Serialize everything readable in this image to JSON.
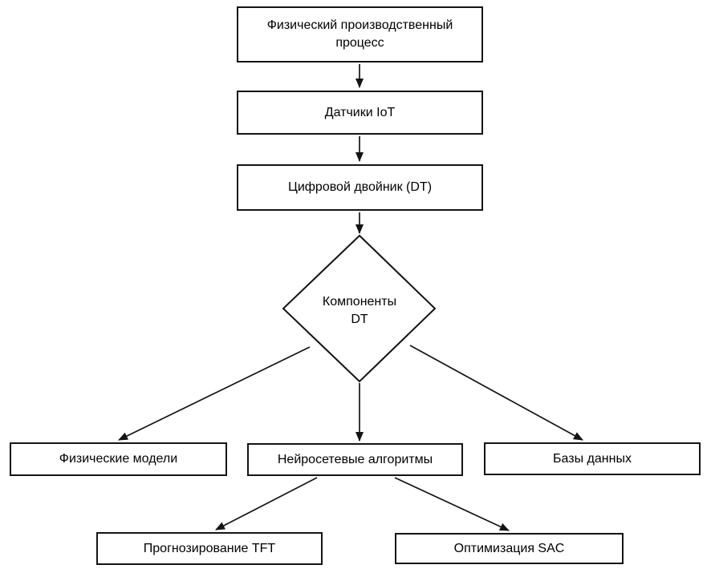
{
  "diagram": {
    "type": "flowchart",
    "colors": {
      "stroke": "#141414",
      "node_fill": "#ffffff",
      "text": "#000000",
      "background": "#ffffff"
    },
    "nodes": {
      "physical_process": {
        "label": "Физический производственный\nпроцесс",
        "shape": "rect"
      },
      "iot_sensors": {
        "label": "Датчики IoT",
        "shape": "rect"
      },
      "digital_twin": {
        "label": "Цифровой двойник (DT)",
        "shape": "rect"
      },
      "dt_components": {
        "label": "Компоненты\nDT",
        "shape": "diamond"
      },
      "physical_models": {
        "label": "Физические модели",
        "shape": "rect"
      },
      "neural_algorithms": {
        "label": "Нейросетевые алгоритмы",
        "shape": "rect"
      },
      "databases": {
        "label": "Базы данных",
        "shape": "rect"
      },
      "tft_forecasting": {
        "label": "Прогнозирование TFT",
        "shape": "rect"
      },
      "sac_optimization": {
        "label": "Оптимизация SAC",
        "shape": "rect"
      }
    },
    "edges": [
      {
        "from": "physical_process",
        "to": "iot_sensors"
      },
      {
        "from": "iot_sensors",
        "to": "digital_twin"
      },
      {
        "from": "digital_twin",
        "to": "dt_components"
      },
      {
        "from": "dt_components",
        "to": "physical_models"
      },
      {
        "from": "dt_components",
        "to": "neural_algorithms"
      },
      {
        "from": "dt_components",
        "to": "databases"
      },
      {
        "from": "neural_algorithms",
        "to": "tft_forecasting"
      },
      {
        "from": "neural_algorithms",
        "to": "sac_optimization"
      }
    ]
  }
}
